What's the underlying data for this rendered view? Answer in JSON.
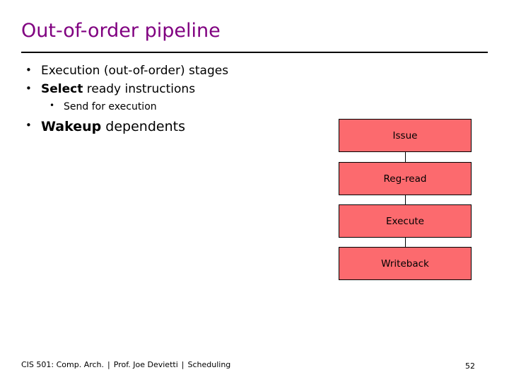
{
  "slide": {
    "title": "Out-of-order pipeline",
    "bullets": [
      {
        "level": 1,
        "text_plain": "Execution (out-of-order) stages",
        "bold_prefix": "",
        "rest": "Execution (out-of-order) stages",
        "size": "normal"
      },
      {
        "level": 1,
        "text_plain": "Select ready instructions",
        "bold_prefix": "Select",
        "rest": " ready instructions",
        "size": "normal"
      },
      {
        "level": 2,
        "text_plain": "Send for execution",
        "bold_prefix": "",
        "rest": "Send for execution",
        "size": "normal"
      },
      {
        "level": 1,
        "text_plain": "Wakeup dependents",
        "bold_prefix": "Wakeup",
        "rest": " dependents",
        "size": "big"
      }
    ],
    "diagram": {
      "stages": [
        {
          "label": "Issue"
        },
        {
          "label": "Reg-read"
        },
        {
          "label": "Execute"
        },
        {
          "label": "Writeback"
        }
      ],
      "box_color": "#fc6a6e",
      "border_color": "#000000"
    },
    "footer": {
      "course": "CIS 501: Comp. Arch.",
      "separator": "|",
      "instructor": "Prof. Joe Devietti",
      "topic": "Scheduling",
      "page_number": "52"
    }
  }
}
